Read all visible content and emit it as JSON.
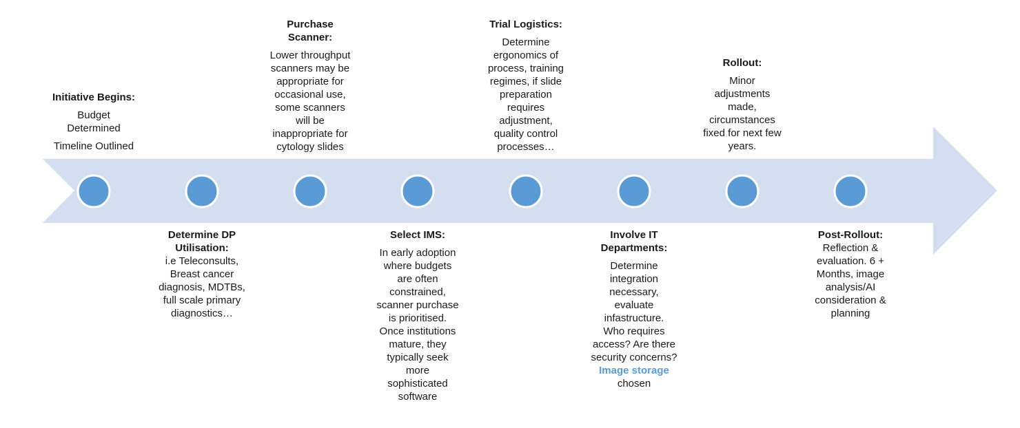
{
  "colors": {
    "arrow": "#d3def0",
    "node_fill": "#5b9bd5",
    "node_stroke": "#ffffff",
    "highlight": "#5b9bd5"
  },
  "nodes": [
    {
      "title": "Initiative Begins:",
      "position": "above",
      "lines": [
        "Budget",
        "Determined"
      ],
      "extra": [
        "Timeline Outlined"
      ]
    },
    {
      "title_lines": [
        "Determine DP",
        "Utilisation:"
      ],
      "position": "below",
      "lines": [
        "i.e Teleconsults,",
        "Breast cancer",
        "diagnosis, MDTBs,",
        "full scale primary",
        "diagnostics…"
      ]
    },
    {
      "title_lines": [
        "Purchase",
        "Scanner:"
      ],
      "position": "above",
      "lines": [
        "Lower throughput",
        "scanners may be",
        "appropriate for",
        "occasional use,",
        "some scanners",
        "will be",
        "inappropriate for",
        "cytology slides"
      ]
    },
    {
      "title": "Select IMS:",
      "position": "below",
      "lines": [
        "In early adoption",
        "where budgets",
        "are often",
        "constrained,",
        "scanner purchase",
        "is prioritised.",
        "Once institutions",
        "mature, they",
        "typically seek",
        "more",
        "sophisticated",
        "software"
      ]
    },
    {
      "title": "Trial Logistics:",
      "position": "above",
      "lines": [
        "Determine",
        "ergonomics of",
        "process, training",
        "regimes, if slide",
        "preparation",
        "requires",
        "adjustment,",
        "quality control",
        "processes…"
      ]
    },
    {
      "title_lines": [
        "Involve IT",
        "Departments:"
      ],
      "position": "below",
      "lines": [
        "Determine",
        "integration",
        "necessary,",
        "evaluate",
        "infastructure.",
        "Who requires",
        "access? Are there",
        "security concerns?"
      ],
      "highlight": "Image storage",
      "tail": "chosen"
    },
    {
      "title": "Rollout:",
      "position": "above",
      "lines": [
        "Minor",
        "adjustments",
        "made,",
        "circumstances",
        "fixed for next few",
        "years."
      ]
    },
    {
      "title": "Post-Rollout:",
      "position": "below",
      "lines": [
        "Reflection &",
        "evaluation. 6 +",
        "Months, image",
        "analysis/AI",
        "consideration &",
        "planning"
      ]
    }
  ]
}
